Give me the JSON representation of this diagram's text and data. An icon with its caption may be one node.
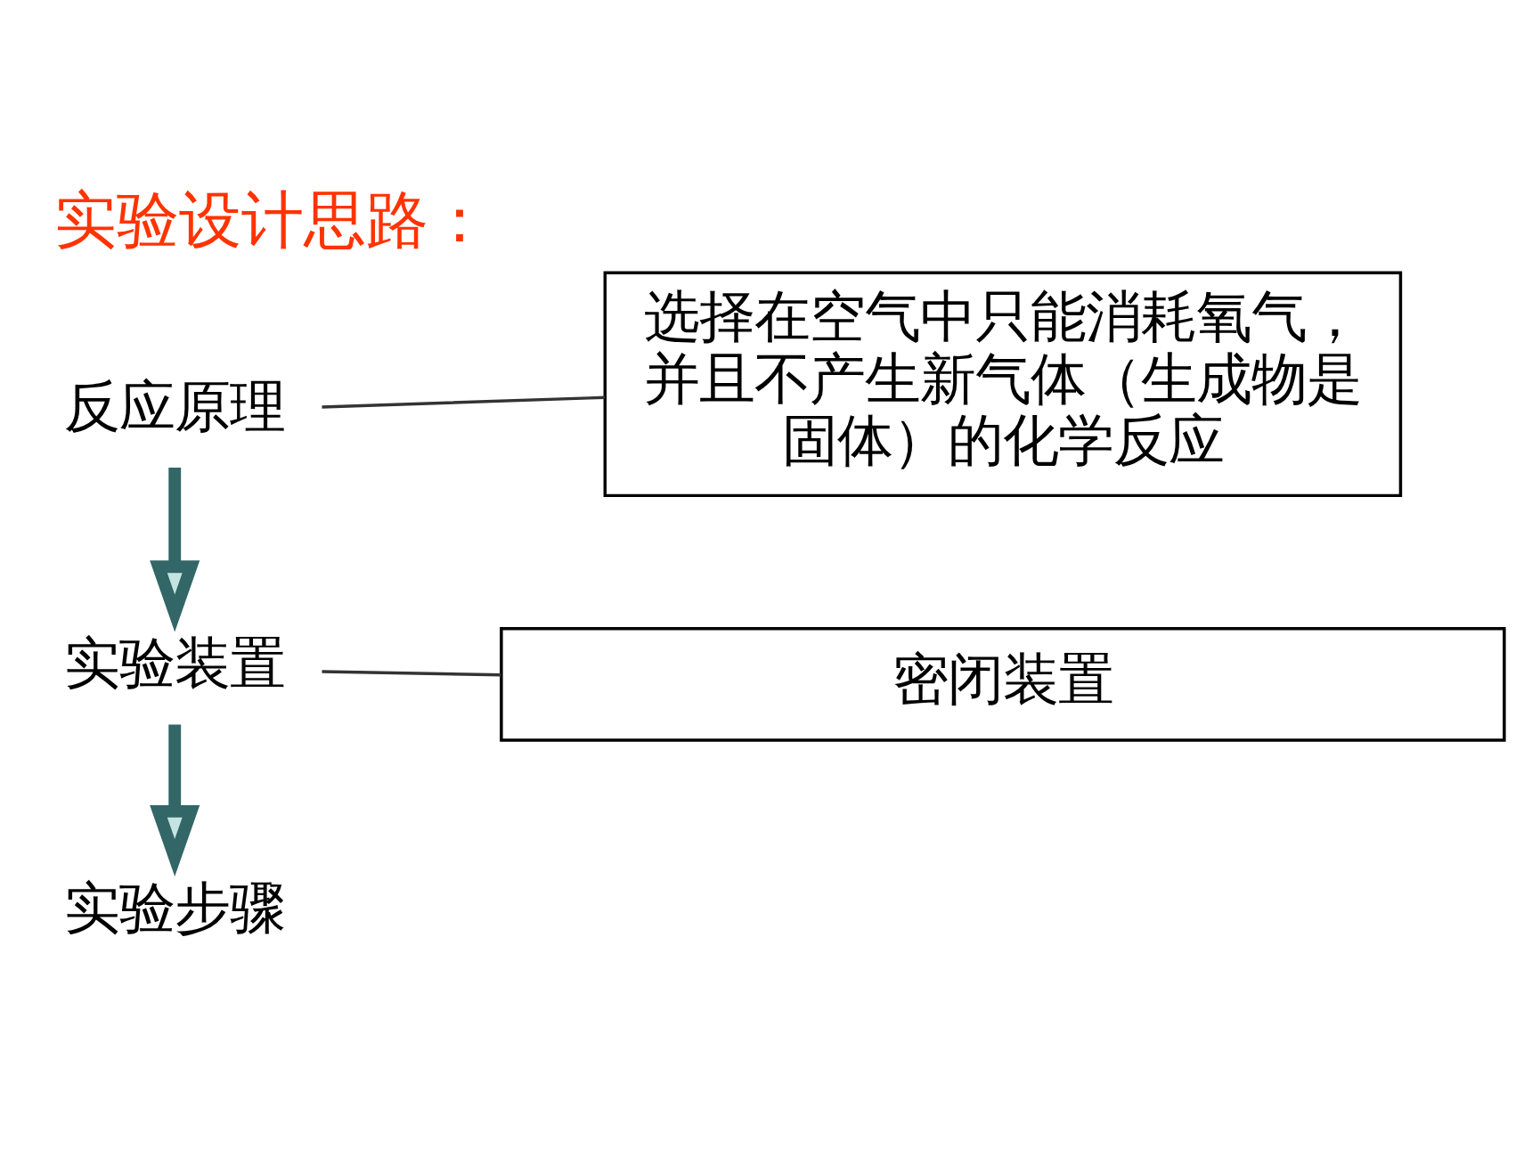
{
  "diagram": {
    "title": "实验设计思路：",
    "nodes": [
      {
        "text": [
          "反应原理"
        ]
      },
      {
        "text": [
          "选择在空气中只能消耗氧气，并且不产生新气体（生成物是固体）的化学反应"
        ]
      },
      {
        "text": [
          "实验装置"
        ]
      },
      {
        "text": [
          "密闭装置"
        ]
      },
      {
        "text": [
          "实验步骤"
        ]
      }
    ],
    "edges": [
      {
        "from": 0,
        "to": 1,
        "arrow": "none"
      },
      {
        "from": 0,
        "to": 2,
        "arrow": "to",
        "style": "thick"
      },
      {
        "from": 2,
        "to": 3,
        "arrow": "none"
      },
      {
        "from": 2,
        "to": 4,
        "arrow": "to",
        "style": "thick"
      }
    ]
  }
}
